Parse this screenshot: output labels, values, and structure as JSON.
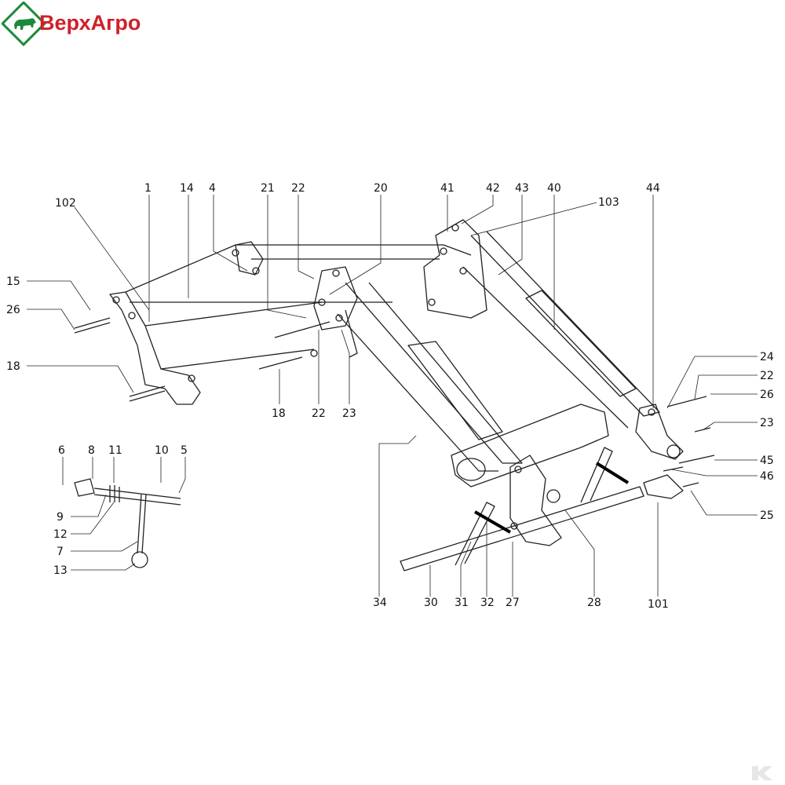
{
  "logo": {
    "text": "ВерхАгро",
    "color": "#d0202a",
    "accent": "#1a8a3a",
    "icon": "bull-icon"
  },
  "callouts": [
    "1",
    "14",
    "4",
    "21",
    "22",
    "20",
    "41",
    "42",
    "43",
    "40",
    "103",
    "44",
    "102",
    "15",
    "26",
    "18",
    "18",
    "22",
    "23",
    "24",
    "22",
    "26",
    "23",
    "45",
    "46",
    "25",
    "6",
    "8",
    "11",
    "10",
    "5",
    "9",
    "12",
    "7",
    "13",
    "34",
    "30",
    "31",
    "32",
    "27",
    "28",
    "101"
  ],
  "corner_mark": {
    "icon": "k-watermark-icon"
  }
}
